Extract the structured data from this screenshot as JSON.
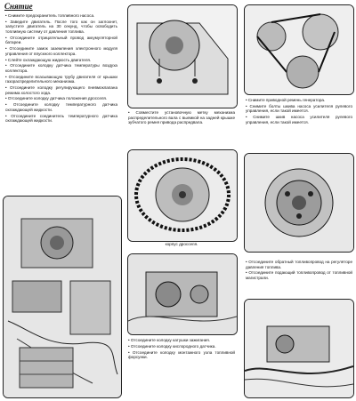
{
  "heading": "Снятие",
  "left_steps": [
    "Снимите предохранитель топливного насоса.",
    "Заведите двигатель. После того как он заглохнет, запустите двигатель на 30 секунд, чтобы освободить топливную систему от давления топлива.",
    "Отсоедините отрицательный провод аккумуляторной батареи.",
    "Отсоедините замок заземления электронного модуля управления от впускного коллектора.",
    "Слейте охлаждающую жидкость двигателя.",
    "Отсоедините колодку датчика температуры воздуха коллектора.",
    "Отсоедините всасывающую трубу двигателя от крышки газораспределительного механизма.",
    "Отсоедините колодку регулирующего пневмоклапана режима холостого хода.",
    "Отсоедините колодку датчика положения дросселя.",
    "Отсоедините колодку температурного датчика охлаждающей жидкости.",
    "Отсоедините соединитель температурного датчика охлаждающей жидкости."
  ],
  "mid_steps": [
    "Совместите установочную метку механизма распределительного вала с выемкой на задней крышке зубчатого ремня привода распредвала."
  ],
  "mid_caption": "корпус дросселя.",
  "mid_bottom_steps": [
    "Отсоедините колодку катушки зажигания.",
    "Отсоедините колодку кислородного датчика.",
    "Отсоедините колодку монтажного узла топливной форсунки."
  ],
  "right_steps": [
    "Снимите приводной ремень генератора.",
    "Снимите болты шкива насоса усилителя рулевого управления, если такой имеется.",
    "Снимите шкив насоса усилителя рулевого управления, если такой имеется."
  ],
  "right_bottom_steps": [
    "Отсоедините обратный топливопровод на регуляторе давления топлива.",
    "Отсоедините подающий топливопровод от топливной магистрали."
  ]
}
